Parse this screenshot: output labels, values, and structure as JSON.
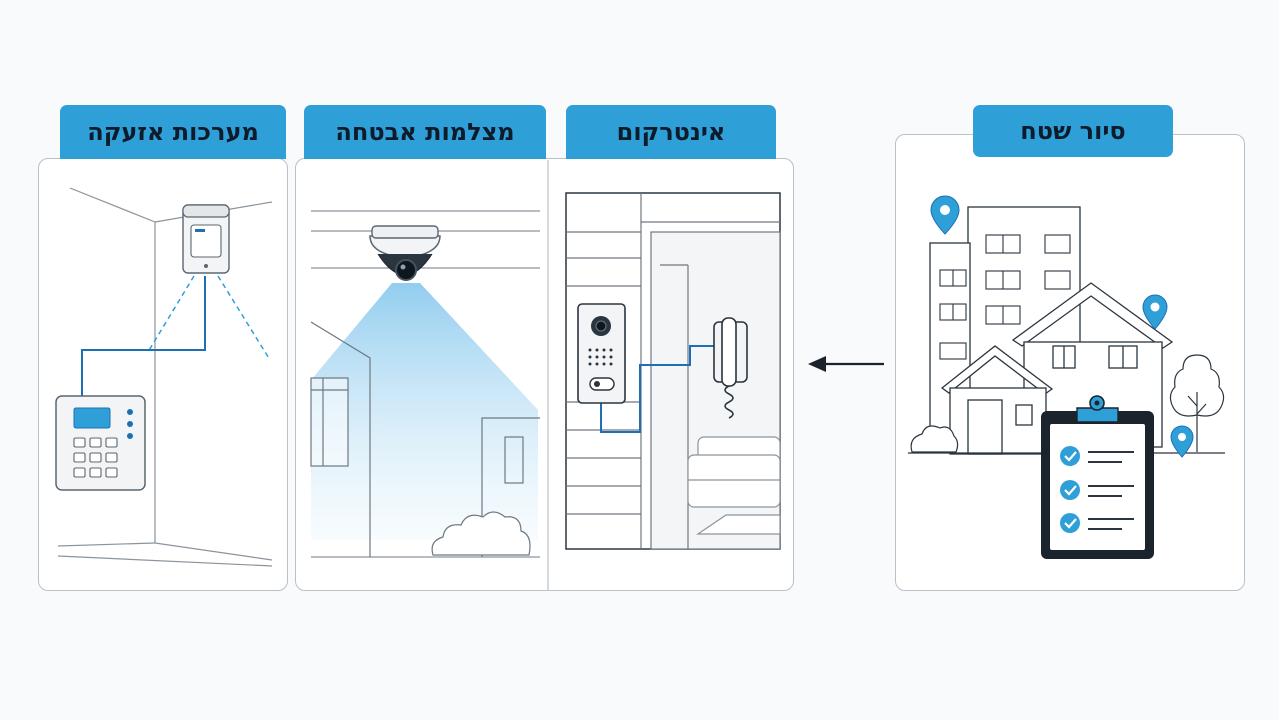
{
  "stages": {
    "site_survey": {
      "label": "סיור שטח"
    },
    "intercom": {
      "label": "אינטרקום"
    },
    "security_cameras": {
      "label": "מצלמות אבטחה"
    },
    "alarm_systems": {
      "label": "מערכות אזעקה"
    }
  },
  "colors": {
    "accent": "#2f9fd8",
    "ink": "#0d1b2a",
    "line": "#5b6670",
    "wire": "#1f6fb5"
  },
  "icons": [
    "map-pin-icon",
    "clipboard-checklist-icon",
    "check-icon",
    "dome-camera-icon",
    "motion-sensor-icon",
    "alarm-keypad-icon",
    "door-station-icon",
    "intercom-handset-icon",
    "arrow-left-icon"
  ]
}
